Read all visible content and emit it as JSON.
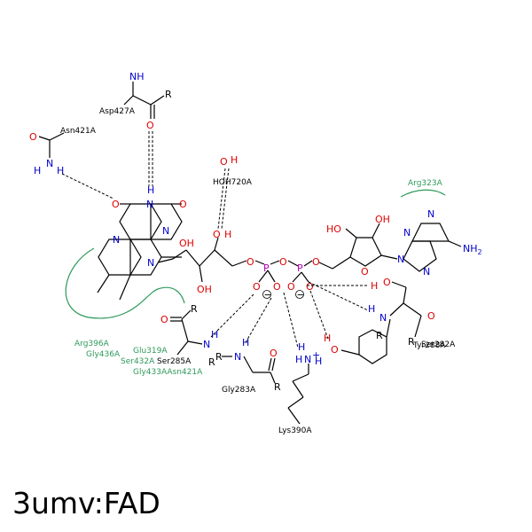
{
  "title": "3umv:FAD",
  "colors": {
    "bond": "#000000",
    "nitrogen": "#0000cc",
    "oxygen": "#e00000",
    "phosphorus": "#b000b0",
    "hydrophobic": "#2e9a5a"
  },
  "residues": {
    "asp427": "Asp427A",
    "asn421": "Asn421A",
    "hoh720": "HOH720A",
    "arg323": "Arg323A",
    "arg396": "Arg396A",
    "gly436": "Gly436A",
    "glu319": "Glu319A",
    "ser432": "Ser432A",
    "ser285": "Ser285A",
    "gly433_asn421": "Gly433AAsn421A",
    "gly283": "Gly283A",
    "lys390": "Lys390A",
    "ser282": "Ser282A",
    "tyr288": "Tyr288A"
  },
  "atoms": {
    "O": "O",
    "N": "N",
    "H": "H",
    "R": "R",
    "P": "P",
    "NH": "NH",
    "OH": "OH",
    "HO": "HO",
    "NH2": "NH",
    "sub2": "2",
    "Nplus": "N",
    "plus": "+",
    "minus": "−"
  }
}
